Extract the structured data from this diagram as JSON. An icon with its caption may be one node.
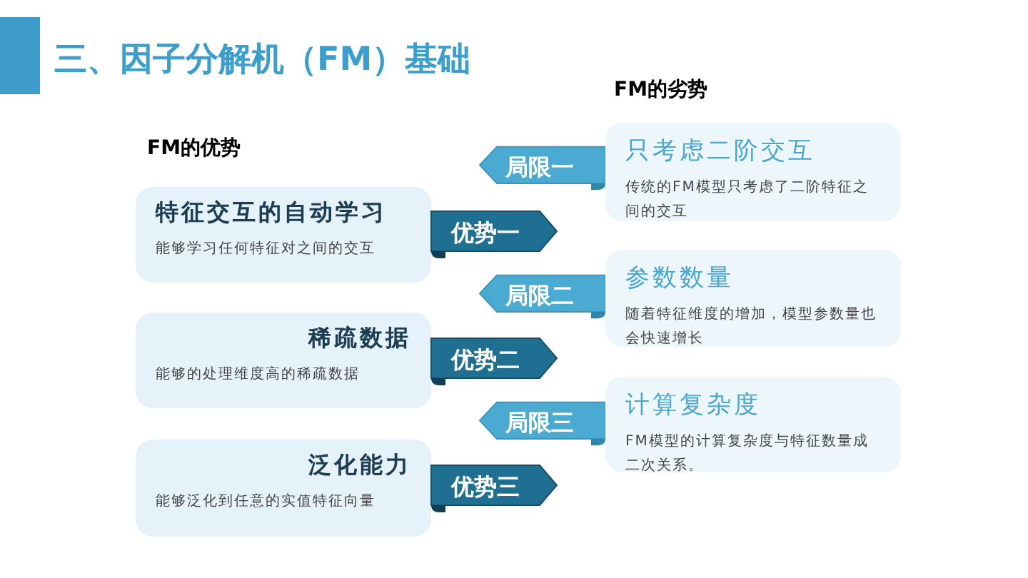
{
  "diagram": {
    "title": "三、因子分解机（FM）基础",
    "nodes": [
      {
        "text": [
          "特征交互的自动学习",
          "能够学习任何特征对之间的交互"
        ]
      },
      {
        "text": [
          "优势一"
        ]
      },
      {
        "text": [
          "稀疏数据",
          "能够的处理维度高的稀疏数据"
        ]
      },
      {
        "text": [
          "优势二"
        ]
      },
      {
        "text": [
          "泛化能力",
          "能够泛化到任意的实值特征向量"
        ]
      },
      {
        "text": [
          "优势三"
        ]
      },
      {
        "text": [
          "局限一"
        ]
      },
      {
        "text": [
          "只考虑二阶交互",
          "传统的FM模型只考虑了二阶特征之间的交互"
        ]
      },
      {
        "text": [
          "局限二"
        ]
      },
      {
        "text": [
          "参数数量",
          "随着特征维度的增加，模型参数量也会快速增长"
        ]
      },
      {
        "text": [
          "局限三"
        ]
      },
      {
        "text": [
          "计算复杂度",
          "FM模型的计算复杂度与特征数量成二次关系。"
        ]
      }
    ],
    "labels": [
      "FM的劣势",
      "FM的优势"
    ]
  }
}
